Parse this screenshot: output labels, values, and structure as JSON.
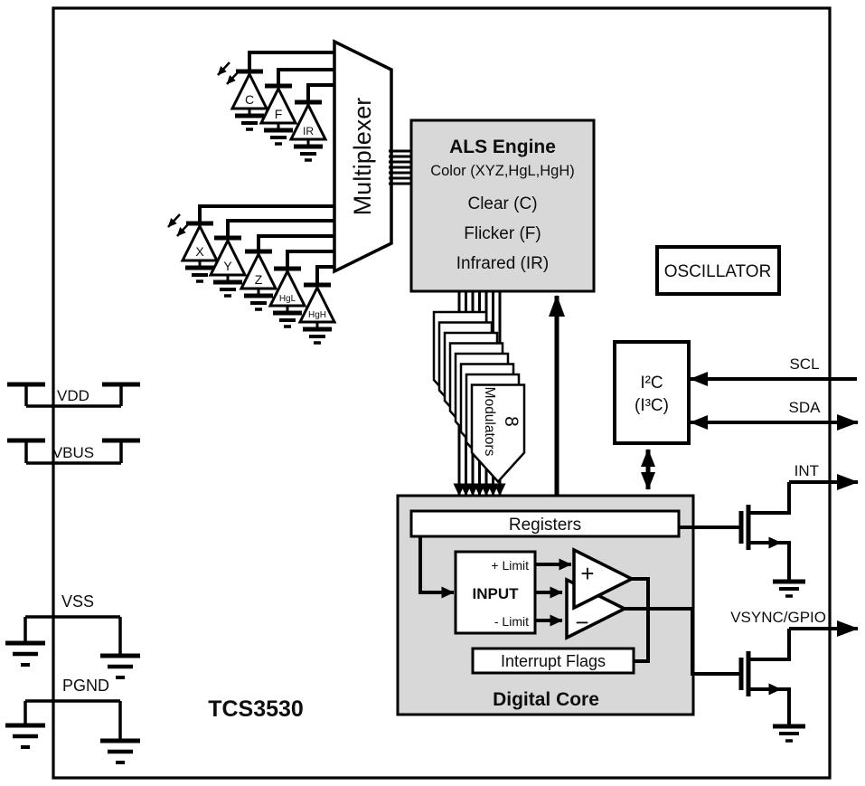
{
  "title": "TCS3530",
  "photodiodes": {
    "group1": {
      "labels": [
        "C",
        "F",
        "IR"
      ]
    },
    "group2": {
      "labels": [
        "X",
        "Y",
        "Z",
        "HgL",
        "HgH"
      ]
    }
  },
  "multiplexer": {
    "label": "Multiplexer"
  },
  "als_engine": {
    "title": "ALS Engine",
    "line1": "Color (XYZ,HgL,HgH)",
    "line2": "Clear (C)",
    "line3": "Flicker (F)",
    "line4": "Infrared (IR)"
  },
  "oscillator": {
    "label": "OSCILLATOR"
  },
  "i2c": {
    "line1": "I²C",
    "line2": "(I³C)"
  },
  "modulators": {
    "count": "8",
    "label": "Modulators"
  },
  "digital_core": {
    "label": "Digital Core",
    "registers_label": "Registers",
    "input_box": {
      "plus_limit": "+ Limit",
      "title": "INPUT",
      "minus_limit": "- Limit"
    },
    "comparator": {
      "plus": "+",
      "minus": "−"
    },
    "interrupt_flags_label": "Interrupt Flags"
  },
  "pins": {
    "vdd": "VDD",
    "vbus": "VBUS",
    "vss": "VSS",
    "pgnd": "PGND",
    "scl": "SCL",
    "sda": "SDA",
    "int": "INT",
    "vsync_gpio": "VSYNC/GPIO"
  },
  "colors": {
    "block_fill": "#d8d8d8",
    "box_fill": "#ffffff",
    "line": "#000000",
    "background": "#ffffff"
  }
}
